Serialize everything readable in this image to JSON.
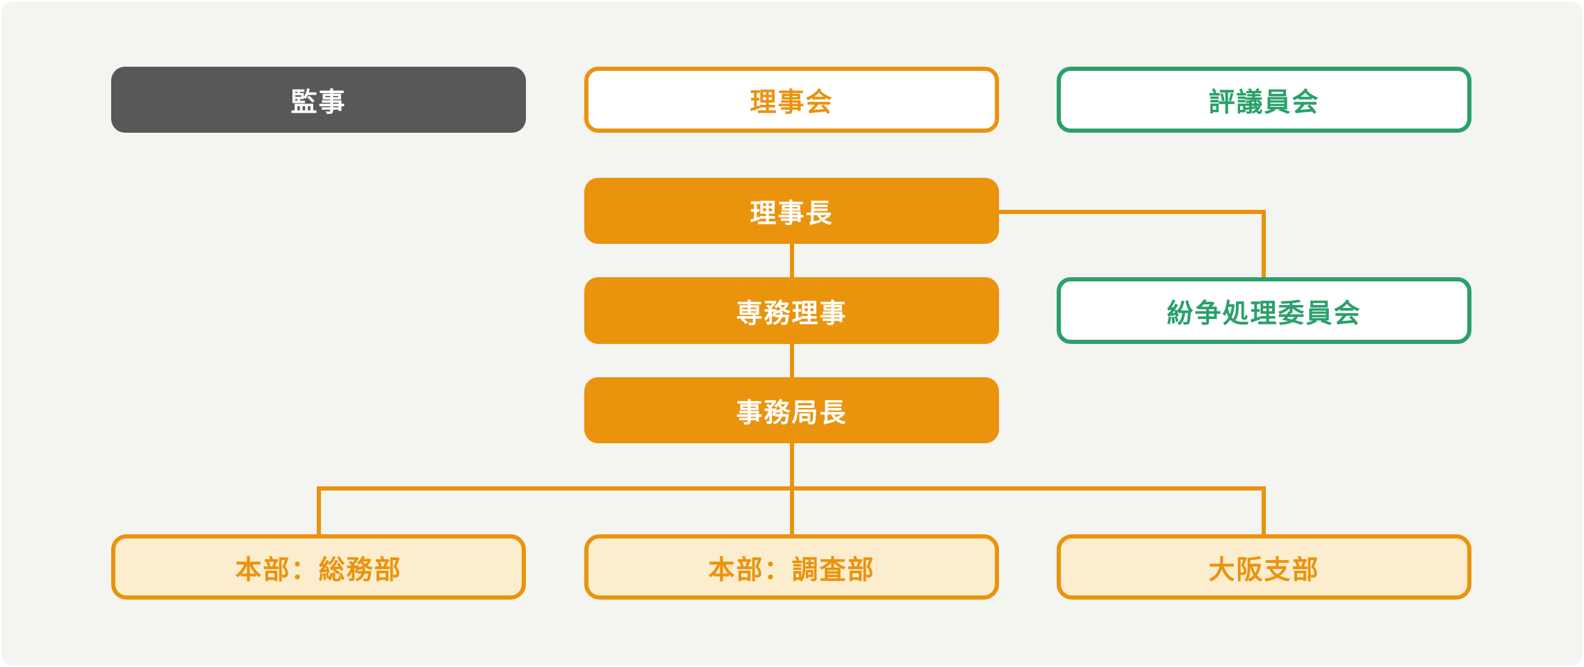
{
  "colors": {
    "page_bg": "#ffffff",
    "panel_bg": "#f4f4f1",
    "orange": "#ea930d",
    "cream": "#fbedcd",
    "green": "#2aa06a",
    "dark_gray": "#595757",
    "white_text": "#ffffff",
    "box_white": "#ffffff"
  },
  "nodes": {
    "auditor": {
      "label": "監事",
      "style": "dark"
    },
    "board": {
      "label": "理事会",
      "style": "outline-orange"
    },
    "council": {
      "label": "評議員会",
      "style": "outline-green"
    },
    "president": {
      "label": "理事長",
      "style": "fill-orange"
    },
    "managing_director": {
      "label": "専務理事",
      "style": "fill-orange"
    },
    "dispute_committee": {
      "label": "紛争処理委員会",
      "style": "outline-green"
    },
    "secretary_general": {
      "label": "事務局長",
      "style": "fill-orange"
    },
    "hq_general_affairs": {
      "label": "本部：総務部",
      "style": "cream"
    },
    "hq_research": {
      "label": "本部：調査部",
      "style": "cream"
    },
    "osaka_branch": {
      "label": "大阪支部",
      "style": "cream"
    }
  },
  "edges": [
    {
      "from": "president",
      "to": "managing_director"
    },
    {
      "from": "managing_director",
      "to": "secretary_general"
    },
    {
      "from": "president",
      "to": "dispute_committee"
    },
    {
      "from": "secretary_general",
      "to": "hq_general_affairs"
    },
    {
      "from": "secretary_general",
      "to": "hq_research"
    },
    {
      "from": "secretary_general",
      "to": "osaka_branch"
    }
  ]
}
